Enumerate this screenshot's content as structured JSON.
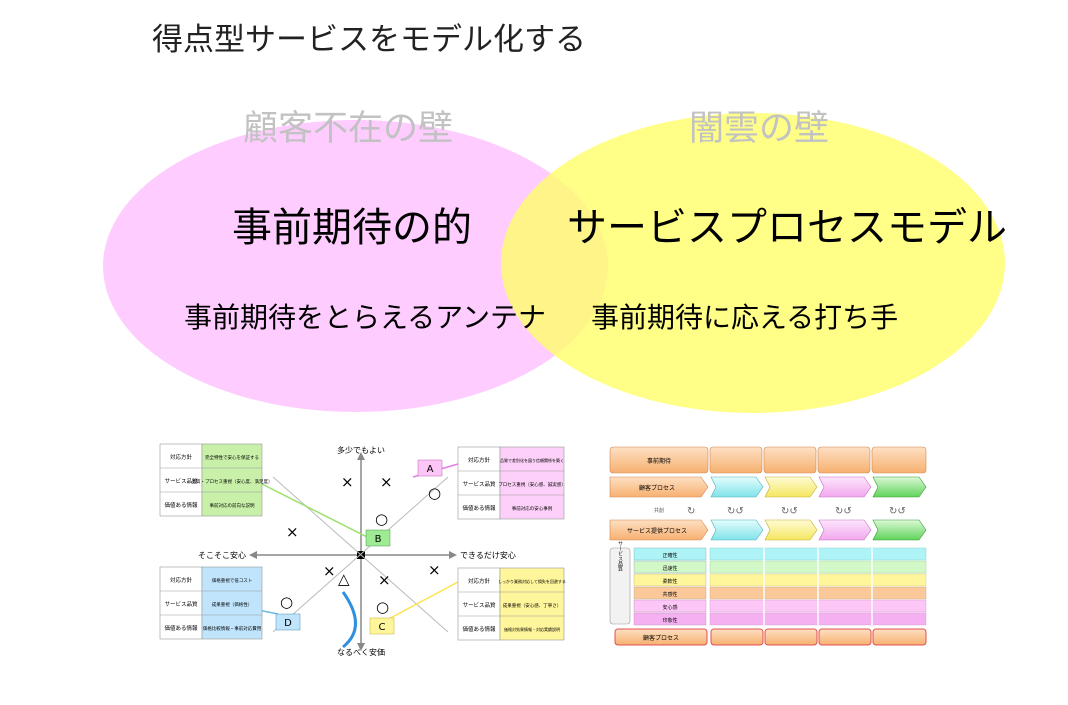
{
  "page": {
    "title": "得点型サービスをモデル化する"
  },
  "venn": {
    "left": {
      "wall": "顧客不在の壁",
      "heading": "事前期待の的",
      "subheading": "事前期待をとらえるアンテナ",
      "color": "#ffccff"
    },
    "right": {
      "wall": "闇雲の壁",
      "heading": "サービスプロセスモデル",
      "subheading": "事前期待に応える打ち手",
      "color": "#ffff66"
    }
  },
  "matrix": {
    "axes": {
      "top": "多少でもよい",
      "bottom": "なるべく安価",
      "left": "そこそこ安心",
      "right": "できるだけ安心"
    },
    "quadrant_labels": [
      "A",
      "B",
      "C",
      "D"
    ],
    "row_labels": [
      "対応方針",
      "サービス品質",
      "価値ある情報"
    ],
    "tables": {
      "top_left": [
        "完全特性で安心を保証する",
        "品質・プロセス重視（安心度、満足度）",
        "事前対応の前向な説明"
      ],
      "top_right": [
        "品質で差別化を図り信頼関係を築く",
        "プロセス重視（安心感、誠実感）",
        "事前対応の安心事例"
      ],
      "bottom_left": [
        "価格重視で低コスト",
        "成果重視（価格性）",
        "価格比較情報・事前対応費用"
      ],
      "bottom_right": [
        "しっかり業務対応して損失を回避する",
        "成果重視（安心感、丁寧さ）",
        "価格対効果情報・対応実績説明"
      ]
    },
    "markers": [
      "○",
      "×",
      "△"
    ]
  },
  "process_model": {
    "rows": {
      "expectation": "事前期待",
      "customer": "顧客プロセス",
      "shared": "共創",
      "provider": "サービス提供プロセス",
      "side": "サービス品質",
      "bottom": "顧客プロセス"
    },
    "quality_rows": [
      "正確性",
      "迅速性",
      "柔軟性",
      "共感性",
      "安心感",
      "印象性"
    ],
    "colors": {
      "orange": "#fbc89a",
      "cyan": "#aef4f7",
      "yellow": "#fff59a",
      "pink": "#fcc6f6",
      "green": "#9eeb94",
      "red": "#ff6c6c"
    }
  }
}
